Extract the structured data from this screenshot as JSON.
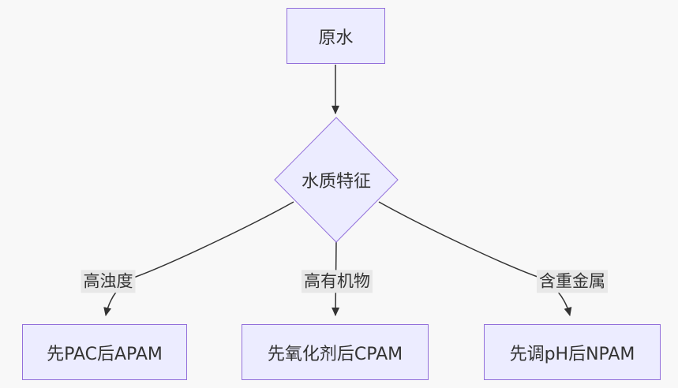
{
  "diagram": {
    "type": "flowchart",
    "direction": "top-down",
    "colors": {
      "background": "#f8f8f8",
      "node_fill": "#ececff",
      "node_border": "#9370db",
      "edge": "#333333",
      "edge_label_bg": "#e8e8e8",
      "text": "#333333"
    },
    "nodes": [
      {
        "id": "raw-water",
        "shape": "rect",
        "label": "原水"
      },
      {
        "id": "water-quality",
        "shape": "diamond",
        "label": "水质特征"
      },
      {
        "id": "outcome-turbidity",
        "shape": "rect",
        "label": "先PAC后APAM"
      },
      {
        "id": "outcome-organic",
        "shape": "rect",
        "label": "先氧化剂后CPAM"
      },
      {
        "id": "outcome-metal",
        "shape": "rect",
        "label": "先调pH后NPAM"
      }
    ],
    "edges": [
      {
        "from": "raw-water",
        "to": "water-quality",
        "label": ""
      },
      {
        "from": "water-quality",
        "to": "outcome-turbidity",
        "label": "高浊度"
      },
      {
        "from": "water-quality",
        "to": "outcome-organic",
        "label": "高有机物"
      },
      {
        "from": "water-quality",
        "to": "outcome-metal",
        "label": "含重金属"
      }
    ]
  }
}
